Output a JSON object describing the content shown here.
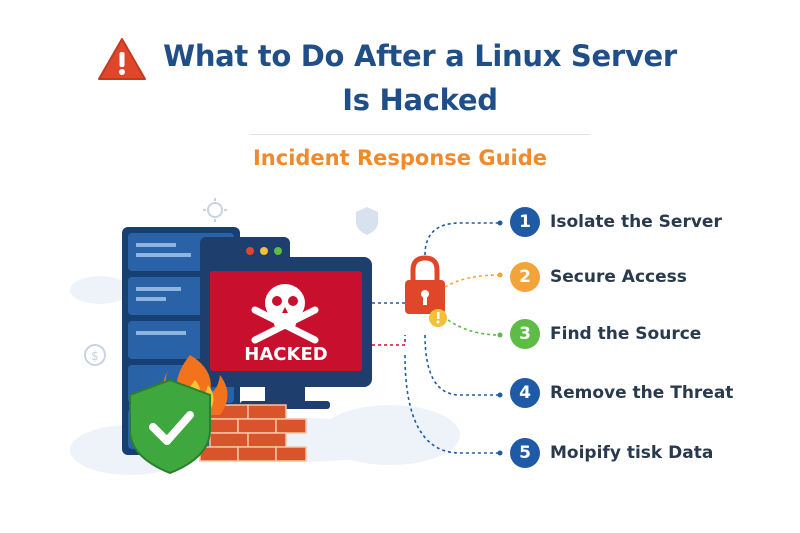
{
  "title": {
    "line1": "What to Do After a Linux Server",
    "line2": "Is Hacked"
  },
  "subtitle": "Incident Response Guide",
  "screen_label": "HACKED",
  "steps": [
    {
      "num": "1",
      "label": "Isolate the Server",
      "color": "#1f5aa6"
    },
    {
      "num": "2",
      "label": "Secure Access",
      "color": "#f2a43a"
    },
    {
      "num": "3",
      "label": "Find the Source",
      "color": "#5dbb46"
    },
    {
      "num": "4",
      "label": "Remove the Threat",
      "color": "#1f5aa6"
    },
    {
      "num": "5",
      "label": "Moipify tisk Data",
      "color": "#1f5aa6"
    }
  ],
  "icons": [
    "warning-icon",
    "server-rack",
    "monitor",
    "skull-crossbones-icon",
    "padlock-icon",
    "shield-check-icon",
    "firewall-brick-icon",
    "flame-icon",
    "gear-icon",
    "cloud-icon"
  ],
  "colors": {
    "title": "#1f4f86",
    "subtitle": "#f08a2c",
    "hacked_red": "#c8102e",
    "server_blue": "#1e4f8c",
    "shield_green": "#3ea83e"
  }
}
